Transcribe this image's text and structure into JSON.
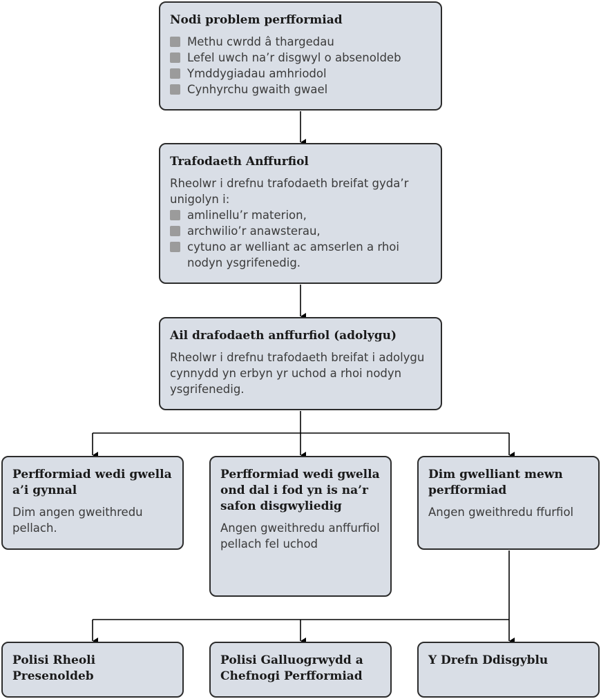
{
  "box1": {
    "title": "Nodi problem perfformiad",
    "bullets": [
      "Methu cwrdd â thargedau",
      "Lefel uwch na’r disgwyl o absenoldeb",
      "Ymddygiadau amhriodol",
      "Cynhyrchu gwaith gwael"
    ]
  },
  "box2": {
    "title": "Trafodaeth Anffurfiol",
    "text": "Rheolwr i drefnu trafodaeth breifat gyda’r unigolyn i:",
    "bullets": [
      "amlinellu’r materion,",
      "archwilio’r anawsterau,",
      "cytuno ar welliant ac amserlen a rhoi nodyn ysgrifenedig."
    ]
  },
  "box3": {
    "title": "Ail drafodaeth anffurfiol (adolygu)",
    "text": "Rheolwr i drefnu trafodaeth breifat i adolygu cynnydd yn erbyn yr uchod a rhoi nodyn ysgrifenedig."
  },
  "box4": {
    "title": "Perfformiad wedi gwella a’i gynnal",
    "text": "Dim angen gweithredu pellach."
  },
  "box5": {
    "title": "Perfformiad wedi gwella ond dal i fod yn is na’r safon disgwyliedig",
    "text": "Angen gweithredu anffurfiol pellach fel uchod"
  },
  "box6": {
    "title": "Dim gwelliant mewn perfformiad",
    "text": "Angen gweithredu ffurfiol"
  },
  "box7": {
    "title": "Polisi Rheoli Presenoldeb"
  },
  "box8": {
    "title": "Polisi Galluogrwydd a Chefnogi Perfformiad"
  },
  "box9": {
    "title": "Y Drefn Ddisgyblu"
  },
  "colors": {
    "box_fill": "#d9dee6",
    "box_border": "#2b2b2b",
    "bullet": "#9b9b9b",
    "line": "#000000"
  }
}
